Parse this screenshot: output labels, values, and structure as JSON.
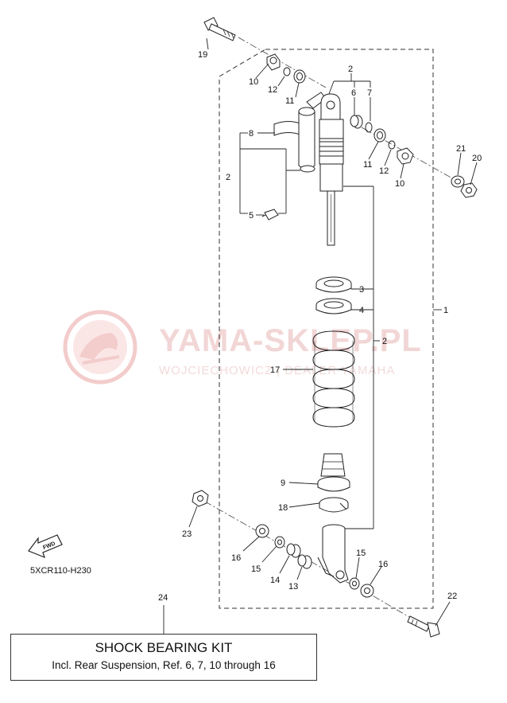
{
  "watermark": {
    "title": "YAMA-SKLEP.PL",
    "subtitle": "WOJCIECHOWICZ | DEALER YAMAHA"
  },
  "diagram_code": "5XCR110-H230",
  "fwd_label": "FWD",
  "callouts": {
    "c19": "19",
    "c10a": "10",
    "c12a": "12",
    "c11a": "11",
    "c2top": "2",
    "c6": "6",
    "c7": "7",
    "c8": "8",
    "c2left": "2",
    "c5": "5",
    "c11b": "11",
    "c12b": "12",
    "c10b": "10",
    "c21": "21",
    "c20": "20",
    "c3": "3",
    "c4": "4",
    "c1": "1",
    "c2right": "2",
    "c17": "17",
    "c9": "9",
    "c18": "18",
    "c23": "23",
    "c16a": "16",
    "c15a": "15",
    "c14": "14",
    "c13": "13",
    "c15b": "15",
    "c16b": "16",
    "c22": "22",
    "c24": "24"
  },
  "kit_box": {
    "title": "SHOCK BEARING KIT",
    "description": "Incl. Rear Suspension, Ref. 6, 7, 10 through 16"
  }
}
